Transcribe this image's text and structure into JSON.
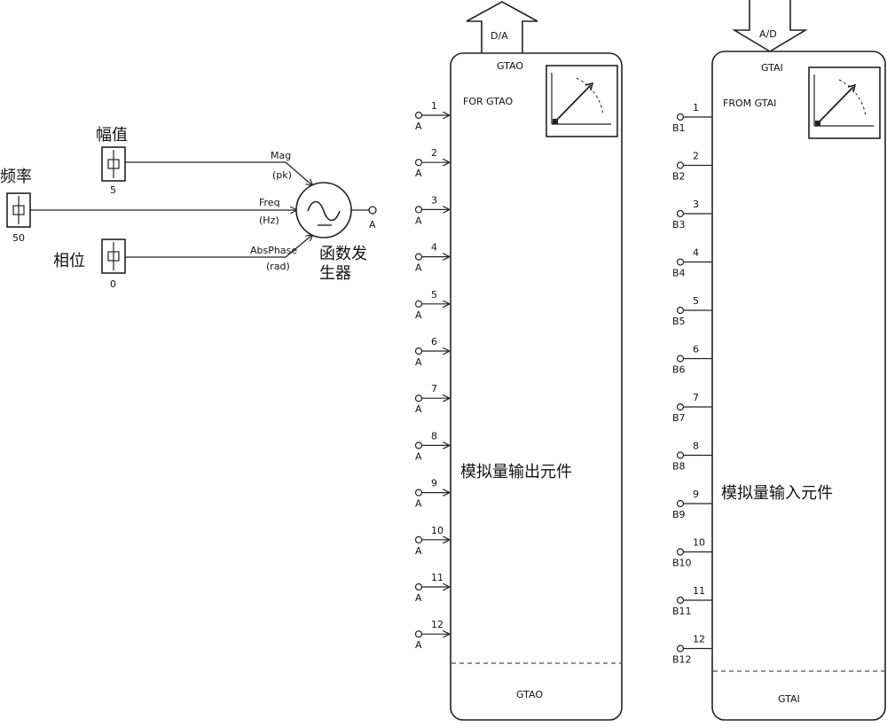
{
  "sources": {
    "magnitude": {
      "label": "幅值",
      "value": "5"
    },
    "frequency": {
      "label": "频率",
      "value": "50"
    },
    "phase": {
      "label": "相位",
      "value": "0"
    }
  },
  "function_generator": {
    "label_line1": "函数发",
    "label_line2": "生器",
    "output_label": "A",
    "inputs": [
      {
        "name": "Mag",
        "unit": "(pk)"
      },
      {
        "name": "Freq",
        "unit": "(Hz)"
      },
      {
        "name": "AbsPhase",
        "unit": "(rad)"
      }
    ]
  },
  "output_block": {
    "arrow_label": "D/A",
    "name": "GTAO",
    "subtitle": "FOR GTAO",
    "caption": "模拟量输出元件",
    "footer": "GTAO",
    "ports": [
      {
        "num": "1",
        "label": "A"
      },
      {
        "num": "2",
        "label": "A"
      },
      {
        "num": "3",
        "label": "A"
      },
      {
        "num": "4",
        "label": "A"
      },
      {
        "num": "5",
        "label": "A"
      },
      {
        "num": "6",
        "label": "A"
      },
      {
        "num": "7",
        "label": "A"
      },
      {
        "num": "8",
        "label": "A"
      },
      {
        "num": "9",
        "label": "A"
      },
      {
        "num": "10",
        "label": "A"
      },
      {
        "num": "11",
        "label": "A"
      },
      {
        "num": "12",
        "label": "A"
      }
    ]
  },
  "input_block": {
    "arrow_label": "A/D",
    "name": "GTAI",
    "subtitle": "FROM GTAI",
    "caption": "模拟量输入元件",
    "footer": "GTAI",
    "ports": [
      {
        "num": "1",
        "label": "B1"
      },
      {
        "num": "2",
        "label": "B2"
      },
      {
        "num": "3",
        "label": "B3"
      },
      {
        "num": "4",
        "label": "B4"
      },
      {
        "num": "5",
        "label": "B5"
      },
      {
        "num": "6",
        "label": "B6"
      },
      {
        "num": "7",
        "label": "B7"
      },
      {
        "num": "8",
        "label": "B8"
      },
      {
        "num": "9",
        "label": "B9"
      },
      {
        "num": "10",
        "label": "B10"
      },
      {
        "num": "11",
        "label": "B11"
      },
      {
        "num": "12",
        "label": "B12"
      }
    ]
  }
}
